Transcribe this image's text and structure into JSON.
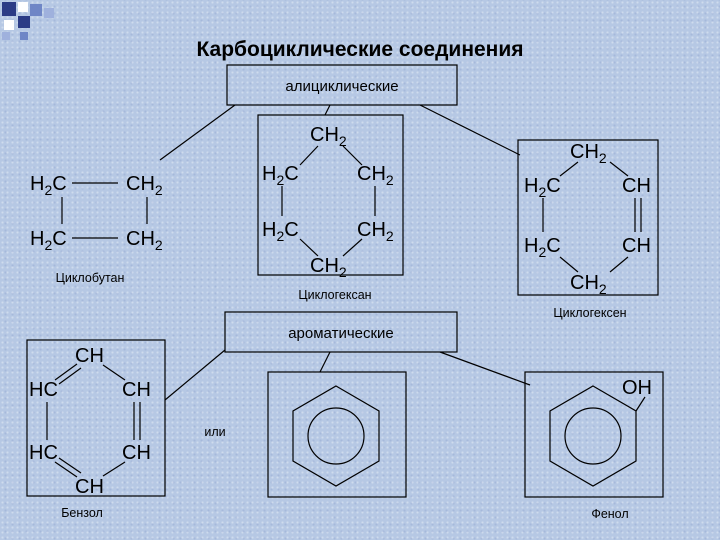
{
  "title": "Карбоциклические соединения",
  "categories": {
    "alicyclic": "алициклические",
    "aromatic": "ароматические"
  },
  "cyclobutane": {
    "atoms": [
      "H2C",
      "CH2",
      "H2C",
      "CH2"
    ],
    "caption": "Циклобутан"
  },
  "cyclohexane": {
    "atoms": [
      "CH2",
      "H2C",
      "CH2",
      "H2C",
      "CH2",
      "CH2"
    ],
    "caption": "Циклогексан"
  },
  "cyclohexene": {
    "atoms": [
      "CH2",
      "H2C",
      "CH",
      "H2C",
      "CH",
      "CH2"
    ],
    "caption": "Циклогексен"
  },
  "benzene": {
    "atoms": [
      "CH",
      "HC",
      "CH",
      "HC",
      "CH",
      "CH"
    ],
    "caption": "Бензол",
    "connector": "или"
  },
  "phenol": {
    "group": "OH",
    "caption": "Фенол"
  },
  "colors": {
    "background": "#b6c8e4",
    "decor_dark": "#2c3c86"
  }
}
